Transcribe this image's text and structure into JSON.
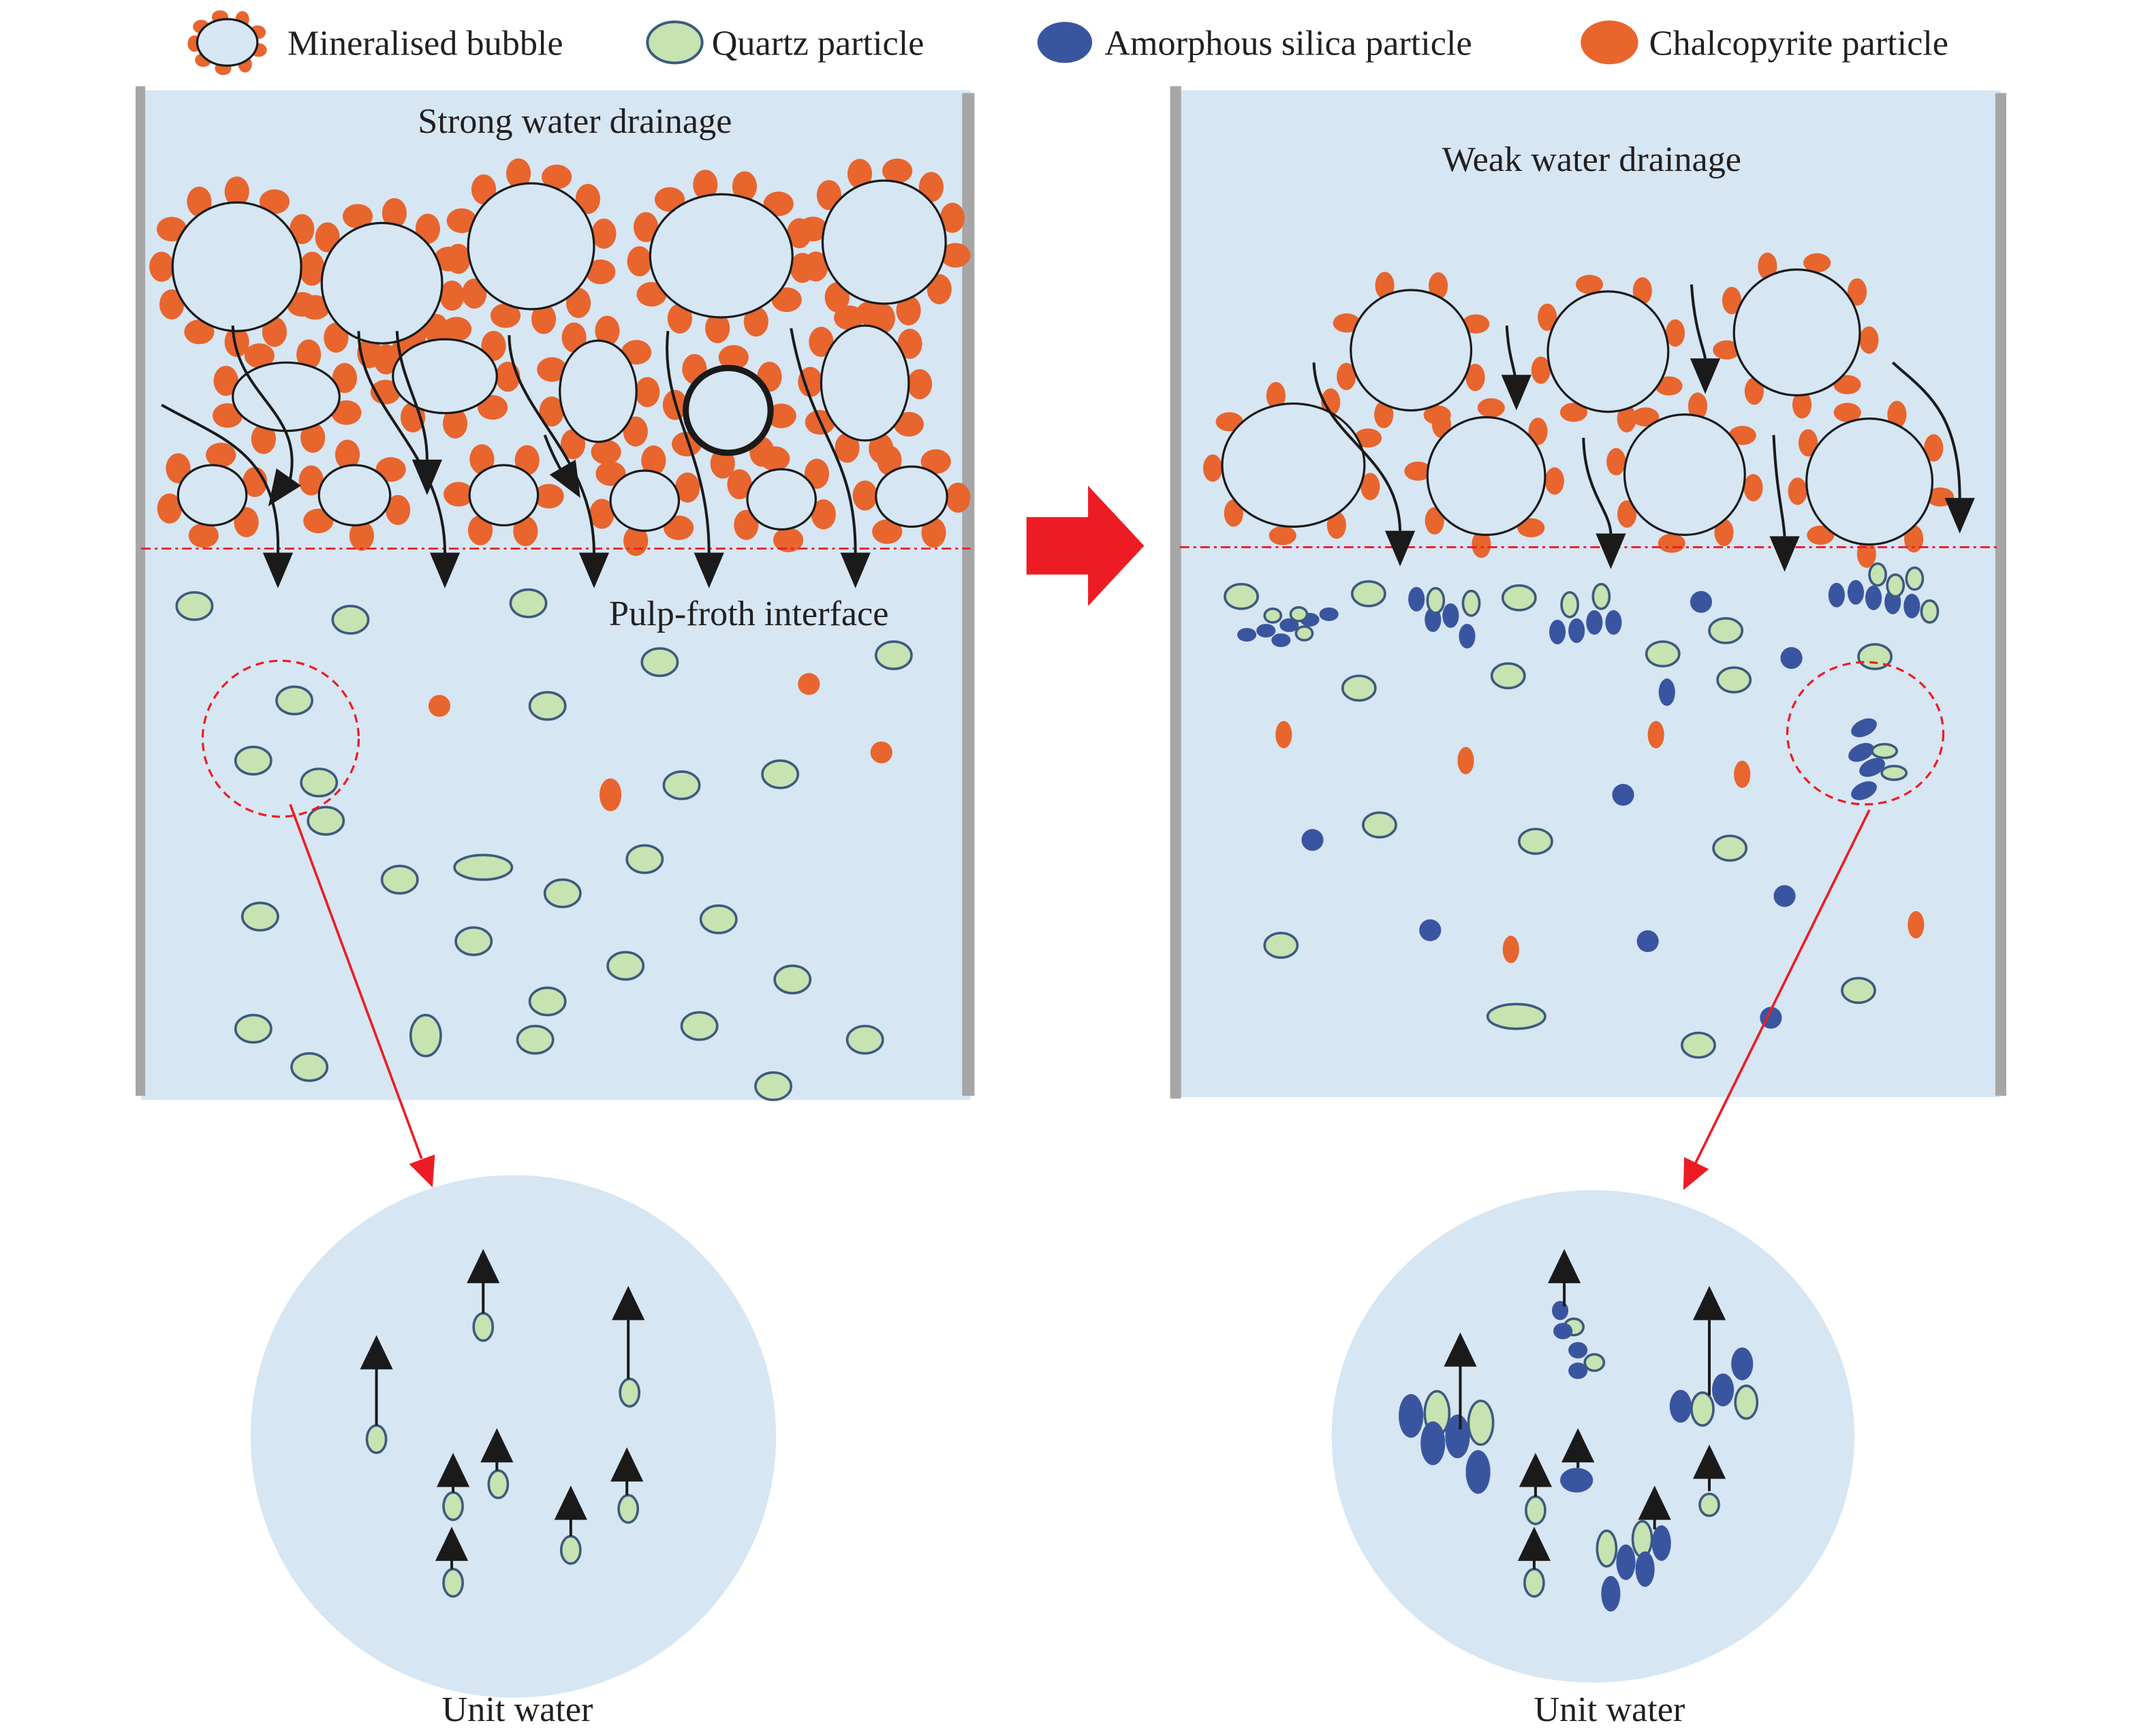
{
  "legend": {
    "bubble": "Mineralised bubble",
    "quartz": "Quartz particle",
    "silica": "Amorphous silica particle",
    "chalcopyrite": "Chalcopyrite particle"
  },
  "left_panel": {
    "title": "Strong water drainage",
    "interface_label": "Pulp-froth interface",
    "zoom_label": "Unit water"
  },
  "right_panel": {
    "title": "Weak water drainage",
    "zoom_label": "Unit water"
  },
  "colors": {
    "chalcopyrite": "#E8652E",
    "quartz_fill": "#C6E3B1",
    "particle_outline": "#3D5A80",
    "amorphous_silica": "#3A55A0",
    "water": "#D6E6F3",
    "wall": "#A6A6A6",
    "highlight_red": "#ED1C24"
  }
}
